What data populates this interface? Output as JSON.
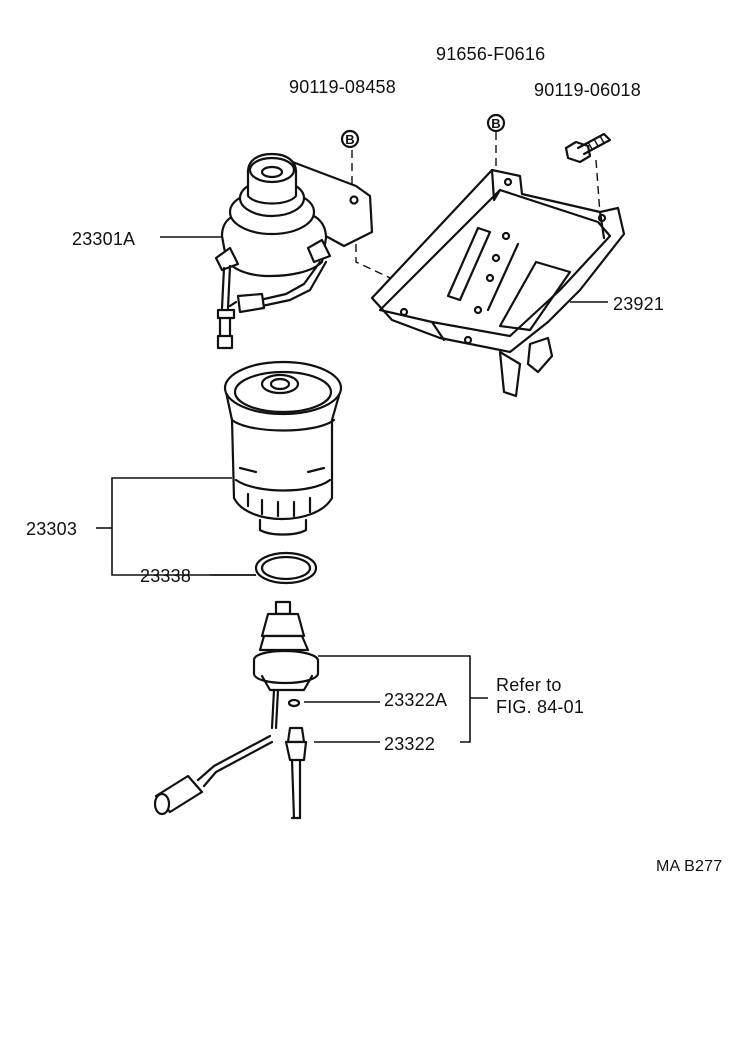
{
  "labels": {
    "p1": "90119-08458",
    "p2": "91656-F0616",
    "p3": "90119-06018",
    "p4": "23301A",
    "p5": "23921",
    "p6": "23303",
    "p7": "23338",
    "p8": "23322A",
    "p9": "23322",
    "refer_line1": "Refer to",
    "refer_line2": "FIG. 84-01",
    "code": "MA B277"
  },
  "badges": {
    "b1": "B",
    "b2": "B"
  }
}
